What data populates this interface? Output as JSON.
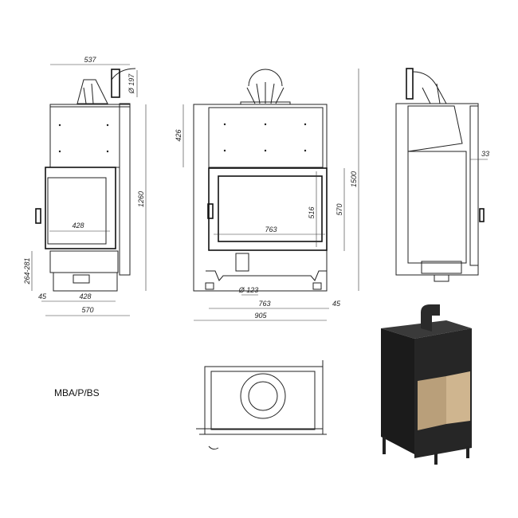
{
  "model_label": "MBA/P/BS",
  "side_view": {
    "width_top": "537",
    "flue_diameter": "Ø 197",
    "height": "1260",
    "door_width": "428",
    "leg_height": "264-281",
    "offset": "45",
    "base_width": "428",
    "total_depth": "570"
  },
  "front_view": {
    "top_height": "426",
    "total_height": "1500",
    "door_height": "570",
    "glass_height": "516",
    "glass_width": "763",
    "air_inlet_diameter": "Ø 123",
    "inner_width": "763",
    "offset": "45",
    "total_width": "905"
  },
  "right_view": {
    "offset": "33"
  }
}
